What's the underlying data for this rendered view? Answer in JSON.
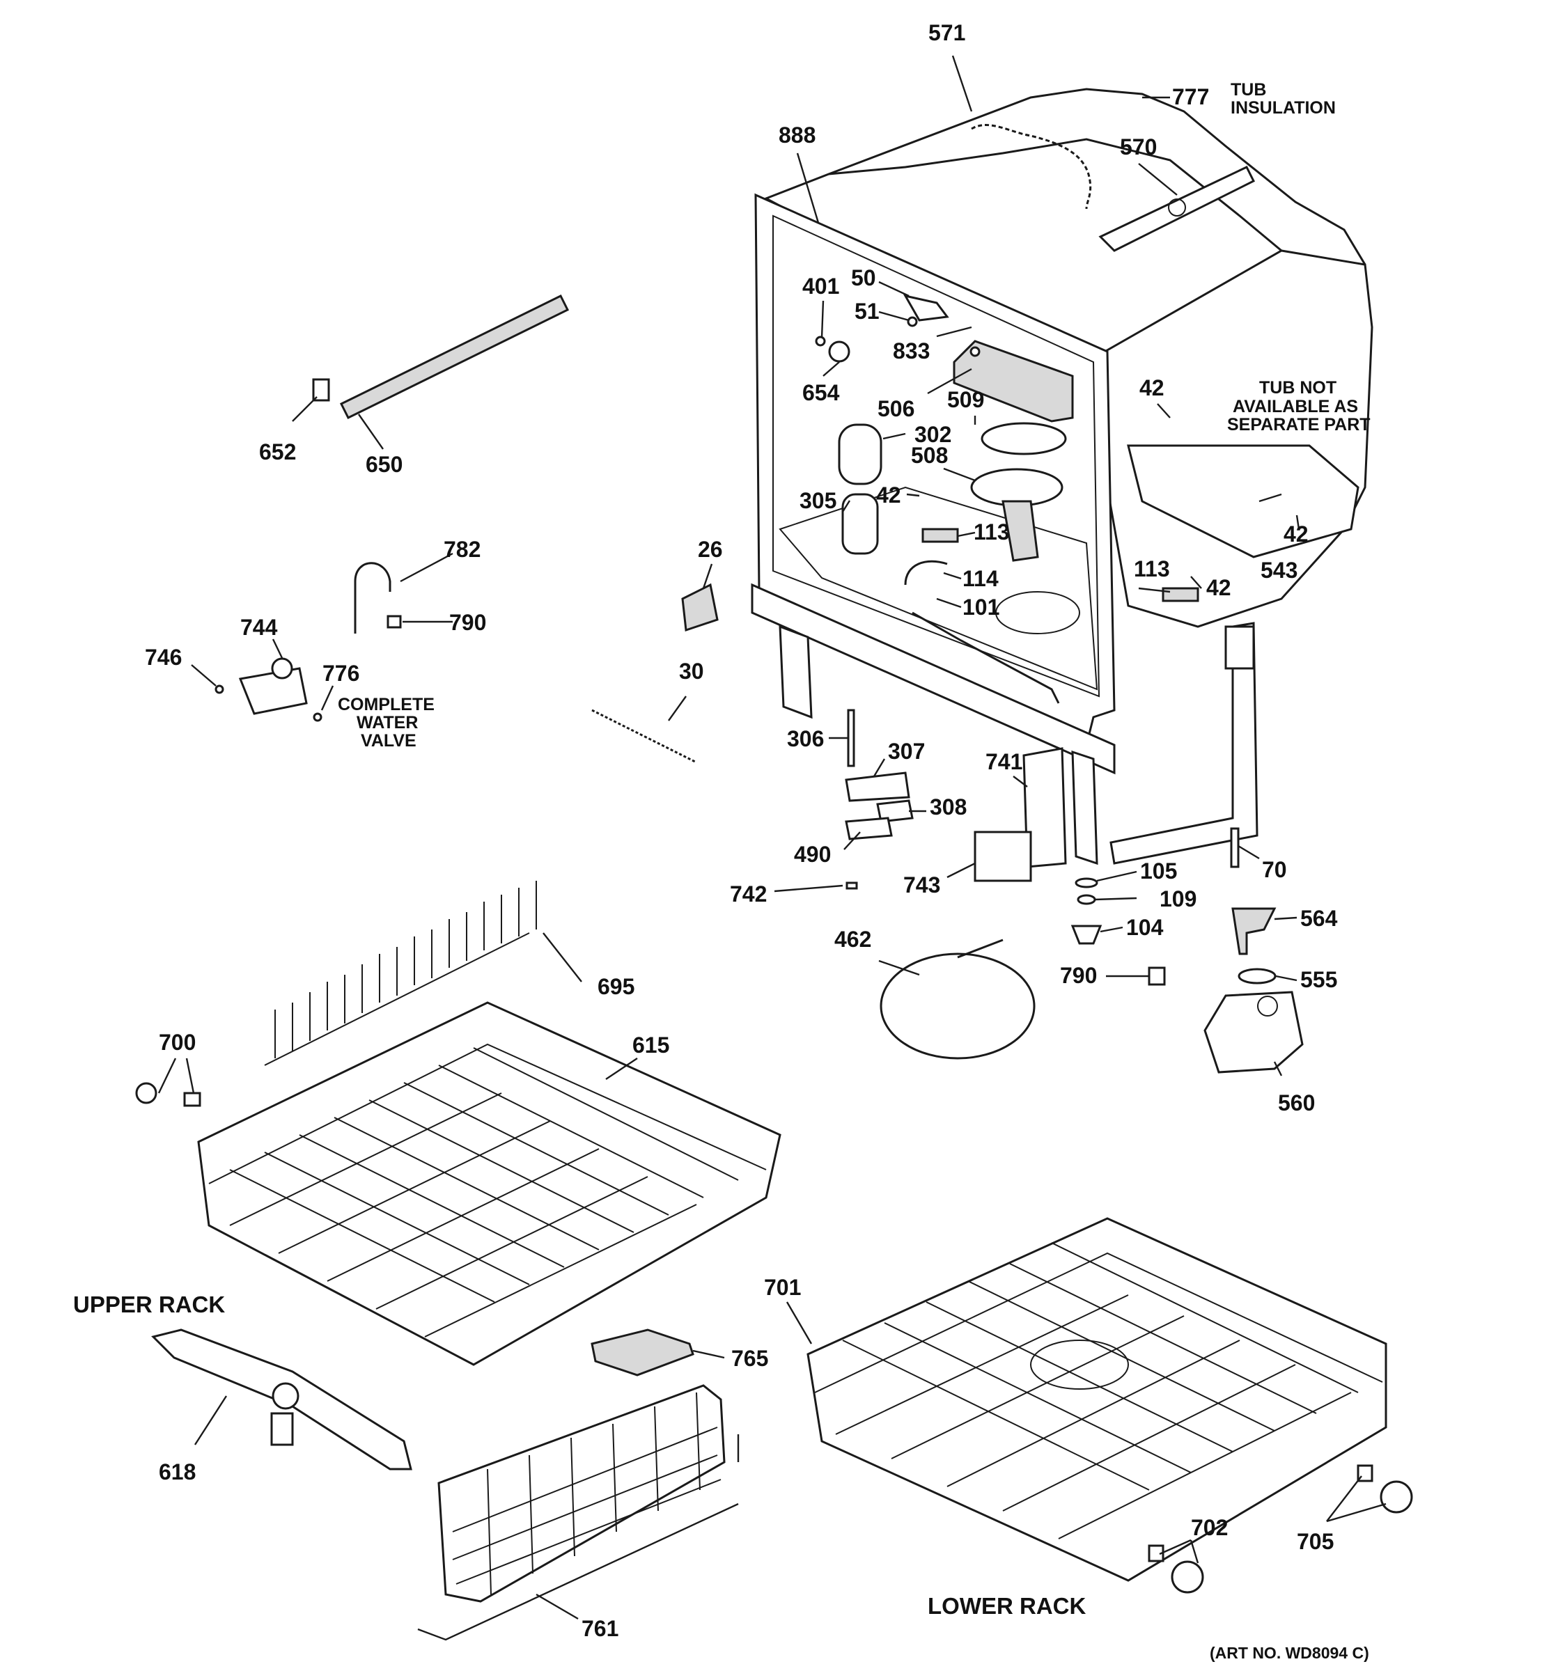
{
  "callouts": [
    {
      "id": "571",
      "text": "571"
    },
    {
      "id": "777",
      "text": "777"
    },
    {
      "id": "888",
      "text": "888"
    },
    {
      "id": "570",
      "text": "570"
    },
    {
      "id": "50",
      "text": "50"
    },
    {
      "id": "401",
      "text": "401"
    },
    {
      "id": "51",
      "text": "51"
    },
    {
      "id": "833",
      "text": "833"
    },
    {
      "id": "654",
      "text": "654"
    },
    {
      "id": "506",
      "text": "506"
    },
    {
      "id": "509",
      "text": "509"
    },
    {
      "id": "302",
      "text": "302"
    },
    {
      "id": "508",
      "text": "508"
    },
    {
      "id": "305",
      "text": "305"
    },
    {
      "id": "42a",
      "text": "42"
    },
    {
      "id": "42b",
      "text": "42"
    },
    {
      "id": "42c",
      "text": "42"
    },
    {
      "id": "42d",
      "text": "42"
    },
    {
      "id": "113a",
      "text": "113"
    },
    {
      "id": "113b",
      "text": "113"
    },
    {
      "id": "114",
      "text": "114"
    },
    {
      "id": "101",
      "text": "101"
    },
    {
      "id": "543",
      "text": "543"
    },
    {
      "id": "652",
      "text": "652"
    },
    {
      "id": "650",
      "text": "650"
    },
    {
      "id": "782",
      "text": "782"
    },
    {
      "id": "790a",
      "text": "790"
    },
    {
      "id": "744",
      "text": "744"
    },
    {
      "id": "746",
      "text": "746"
    },
    {
      "id": "776",
      "text": "776"
    },
    {
      "id": "26",
      "text": "26"
    },
    {
      "id": "30",
      "text": "30"
    },
    {
      "id": "306",
      "text": "306"
    },
    {
      "id": "307",
      "text": "307"
    },
    {
      "id": "308",
      "text": "308"
    },
    {
      "id": "490",
      "text": "490"
    },
    {
      "id": "741",
      "text": "741"
    },
    {
      "id": "743",
      "text": "743"
    },
    {
      "id": "742",
      "text": "742"
    },
    {
      "id": "105",
      "text": "105"
    },
    {
      "id": "109",
      "text": "109"
    },
    {
      "id": "104",
      "text": "104"
    },
    {
      "id": "70",
      "text": "70"
    },
    {
      "id": "462",
      "text": "462"
    },
    {
      "id": "564",
      "text": "564"
    },
    {
      "id": "555",
      "text": "555"
    },
    {
      "id": "790b",
      "text": "790"
    },
    {
      "id": "560",
      "text": "560"
    },
    {
      "id": "695",
      "text": "695"
    },
    {
      "id": "700",
      "text": "700"
    },
    {
      "id": "615",
      "text": "615"
    },
    {
      "id": "701",
      "text": "701"
    },
    {
      "id": "765",
      "text": "765"
    },
    {
      "id": "618",
      "text": "618"
    },
    {
      "id": "761",
      "text": "761"
    },
    {
      "id": "702",
      "text": "702"
    },
    {
      "id": "705",
      "text": "705"
    }
  ],
  "notes": {
    "tub_insulation": [
      "TUB",
      "INSULATION"
    ],
    "tub_not_available": [
      "TUB NOT",
      "AVAILABLE AS",
      "SEPARATE PART"
    ],
    "complete_water_valve": [
      "COMPLETE",
      "WATER",
      "VALVE"
    ]
  },
  "section_titles": {
    "upper_rack": "UPPER RACK",
    "lower_rack": "LOWER RACK"
  },
  "art_number": "(ART NO. WD8094 C)"
}
